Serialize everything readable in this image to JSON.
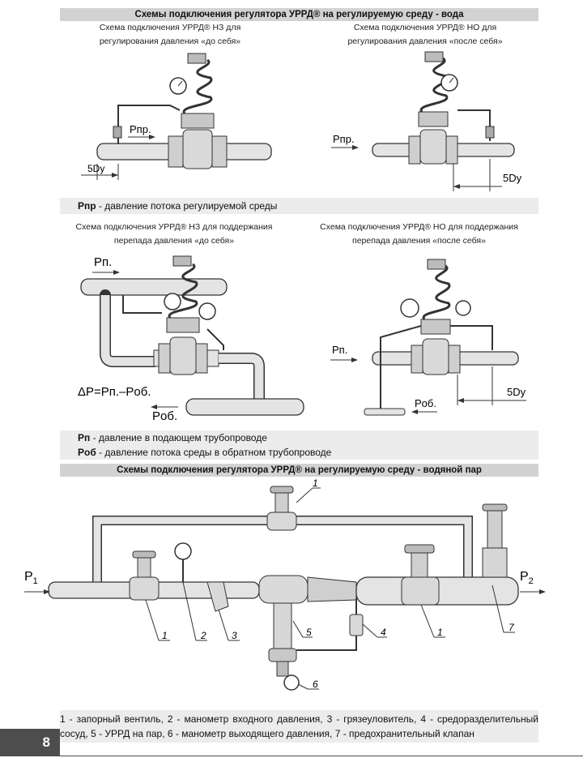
{
  "sections": {
    "water_header": "Схемы подключения регулятора УРРД® на регулируемую среду - вода",
    "steam_header": "Схемы подключения регулятора УРРД® на регулируемую среду - водяной пар"
  },
  "captions": {
    "nz_self_1": "Схема подключения УРРД® НЗ для",
    "nz_self_2": "регулирования давления «до себя»",
    "no_after_1": "Схема подключения УРРД® НО для",
    "no_after_2": "регулирования давления «после себя»",
    "nz_diff_1": "Схема подключения УРРД® НЗ для поддержания",
    "nz_diff_2": "перепада давления «до себя»",
    "no_diff_1": "Схема подключения УРРД® НО для поддержания",
    "no_diff_2": "перепада давления «после себя»"
  },
  "labels": {
    "rpr": "Pпр.",
    "rp": "Pп.",
    "rob": "Pоб.",
    "five_dy": "5Dу",
    "delta_p": "ΔP=Pп.–Pоб.",
    "p1": "P",
    "p1_sub": "1",
    "p2": "P",
    "p2_sub": "2",
    "n1": "1",
    "n2": "2",
    "n3": "3",
    "n4": "4",
    "n5": "5",
    "n6": "6",
    "n7": "7"
  },
  "legend1": {
    "term": "Pпр",
    "text": " - давление потока регулируемой среды"
  },
  "legend2": {
    "term1": "Pп",
    "text1": " - давление в подающем трубопроводе",
    "term2": "Pоб",
    "text2": " - давление потока среды в обратном трубопроводе"
  },
  "footnote": "1 - запорный вентиль, 2 - манометр входного давления, 3 - грязеуловитель, 4 - средоразделительный сосуд, 5 - УРРД на пар, 6 - манометр выходящего давления, 7 - предохранительный клапан",
  "page_number": "8"
}
